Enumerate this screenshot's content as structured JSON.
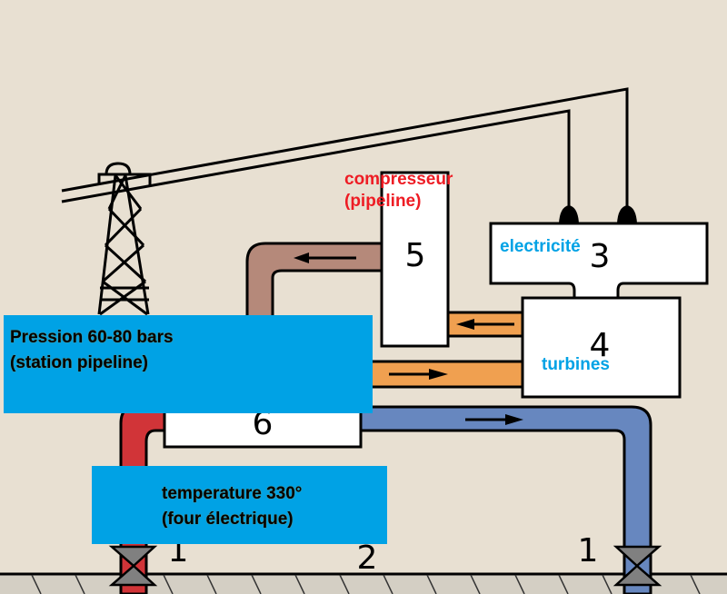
{
  "diagram": {
    "title": "Geothermal-style power plant schematic",
    "colors": {
      "background": "#e8e0d2",
      "hot_pipe": "#d13438",
      "cold_pipe": "#6787bf",
      "steam_pipe": "#f0a050",
      "exhaust_pipe": "#b5897a",
      "valve": "#808080",
      "ground": "#d4cfc4",
      "overlay": "#00a2e5",
      "red_label": "#ee1c24"
    },
    "components": {
      "box3": "3",
      "box4": "4",
      "box5": "5",
      "box6": "6",
      "valve_left": "1",
      "valve_right": "1",
      "ground_label": "2"
    },
    "labels": {
      "pression_line1": "Pression 60-80 bars",
      "pression_line2": "(station pipeline)",
      "temperature_line1": "temperature 330°",
      "temperature_line2": "(four électrique)",
      "compresseur_line1": "compresseur",
      "compresseur_line2": "(pipeline)",
      "electricite": "electricité",
      "turbines": "turbines"
    },
    "icons": {
      "tower": "power-tower-icon",
      "valve": "valve-icon",
      "arrow": "flow-arrow-icon"
    }
  }
}
